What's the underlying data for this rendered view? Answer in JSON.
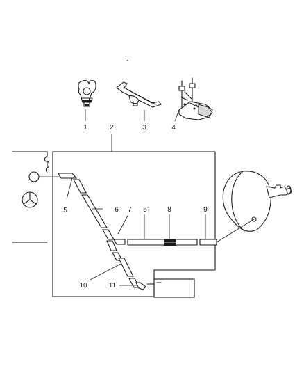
{
  "diagram": {
    "callouts": [
      {
        "id": "c1",
        "text": "1"
      },
      {
        "id": "c2",
        "text": "2"
      },
      {
        "id": "c3",
        "text": "3"
      },
      {
        "id": "c4",
        "text": "4"
      },
      {
        "id": "c5",
        "text": "5"
      },
      {
        "id": "c6a",
        "text": "6"
      },
      {
        "id": "c6b",
        "text": "6"
      },
      {
        "id": "c7",
        "text": "7"
      },
      {
        "id": "c8",
        "text": "8"
      },
      {
        "id": "c9",
        "text": "9"
      },
      {
        "id": "c10",
        "text": "10"
      },
      {
        "id": "c11",
        "text": "11"
      }
    ]
  }
}
